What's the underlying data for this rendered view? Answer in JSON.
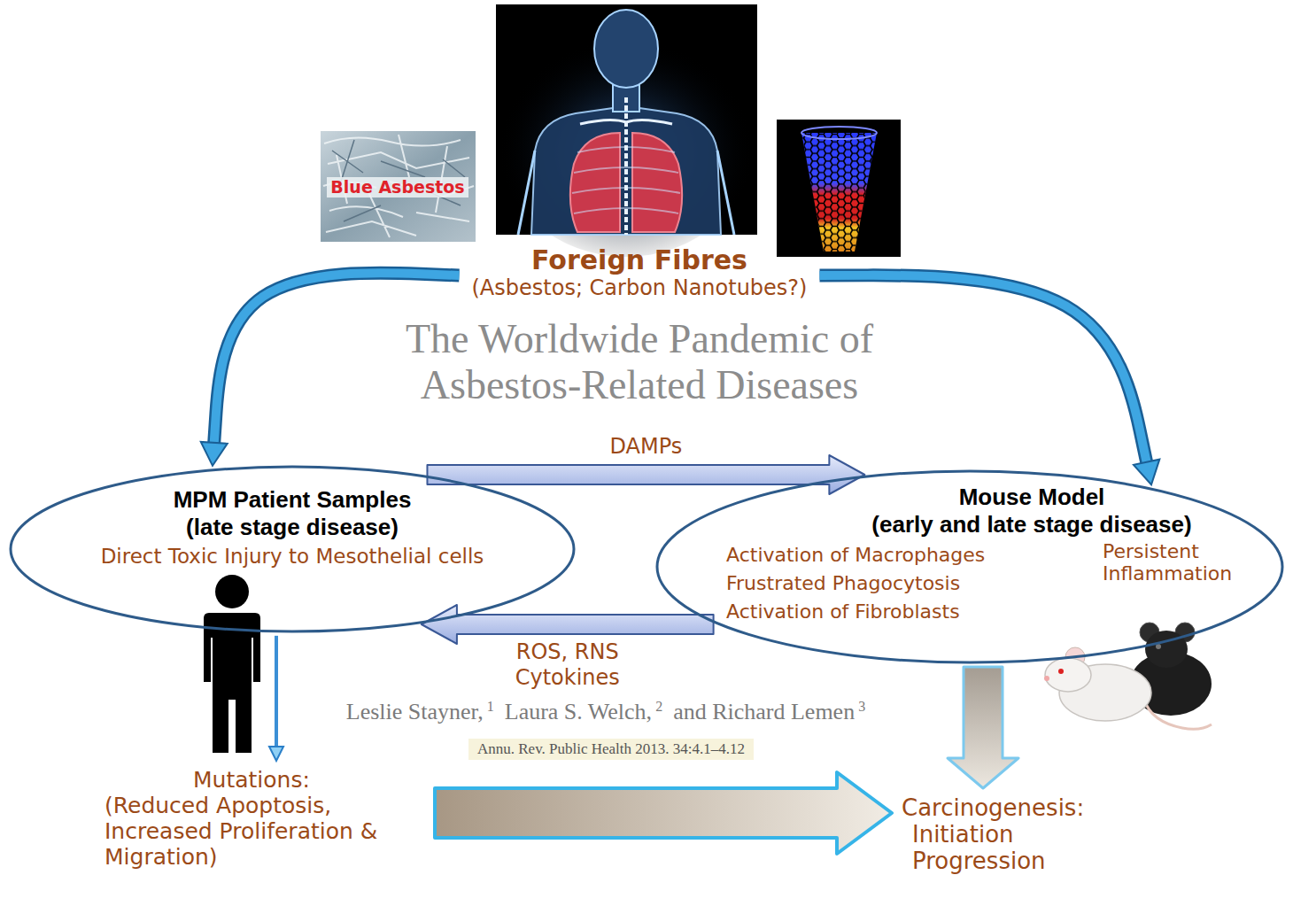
{
  "diagram": {
    "nodes": [
      {
        "text": [
          "Foreign Fibres",
          "(Asbestos; Carbon Nanotubes?)"
        ]
      },
      {
        "text": [
          "MPM Patient Samples",
          "(late stage disease)",
          "Direct Toxic Injury to Mesothelial cells"
        ]
      },
      {
        "text": [
          "Mouse Model",
          "(early and late stage disease)",
          "Activation of Macrophages",
          "Frustrated Phagocytosis",
          "Activation of Fibroblasts",
          "Persistent Inflammation"
        ]
      },
      {
        "text": [
          "Mutations:",
          "(Reduced Apoptosis, Increased Proliferation & Migration)"
        ]
      },
      {
        "text": [
          "Carcinogenesis:",
          "Initiation",
          "Progression"
        ]
      }
    ],
    "edges": [
      {
        "from": 0,
        "to": 1,
        "arrow": "to"
      },
      {
        "from": 0,
        "to": 2,
        "arrow": "to"
      },
      {
        "from": 1,
        "to": 2,
        "label": "DAMPs",
        "arrow": "to"
      },
      {
        "from": 2,
        "to": 1,
        "label": "ROS, RNS Cytokines",
        "arrow": "to"
      },
      {
        "from": 1,
        "to": 3,
        "arrow": "to"
      },
      {
        "from": 2,
        "to": 4,
        "arrow": "to"
      },
      {
        "from": 3,
        "to": 4,
        "arrow": "to"
      }
    ],
    "labels": [
      "Blue Asbestos",
      "The Worldwide Pandemic of",
      "Asbestos-Related Diseases",
      "Leslie Stayner,",
      "1",
      "Laura S. Welch,",
      "2",
      "and Richard Lemen",
      "3",
      "Annu. Rev. Public Health 2013. 34:4.1–4.12"
    ]
  }
}
